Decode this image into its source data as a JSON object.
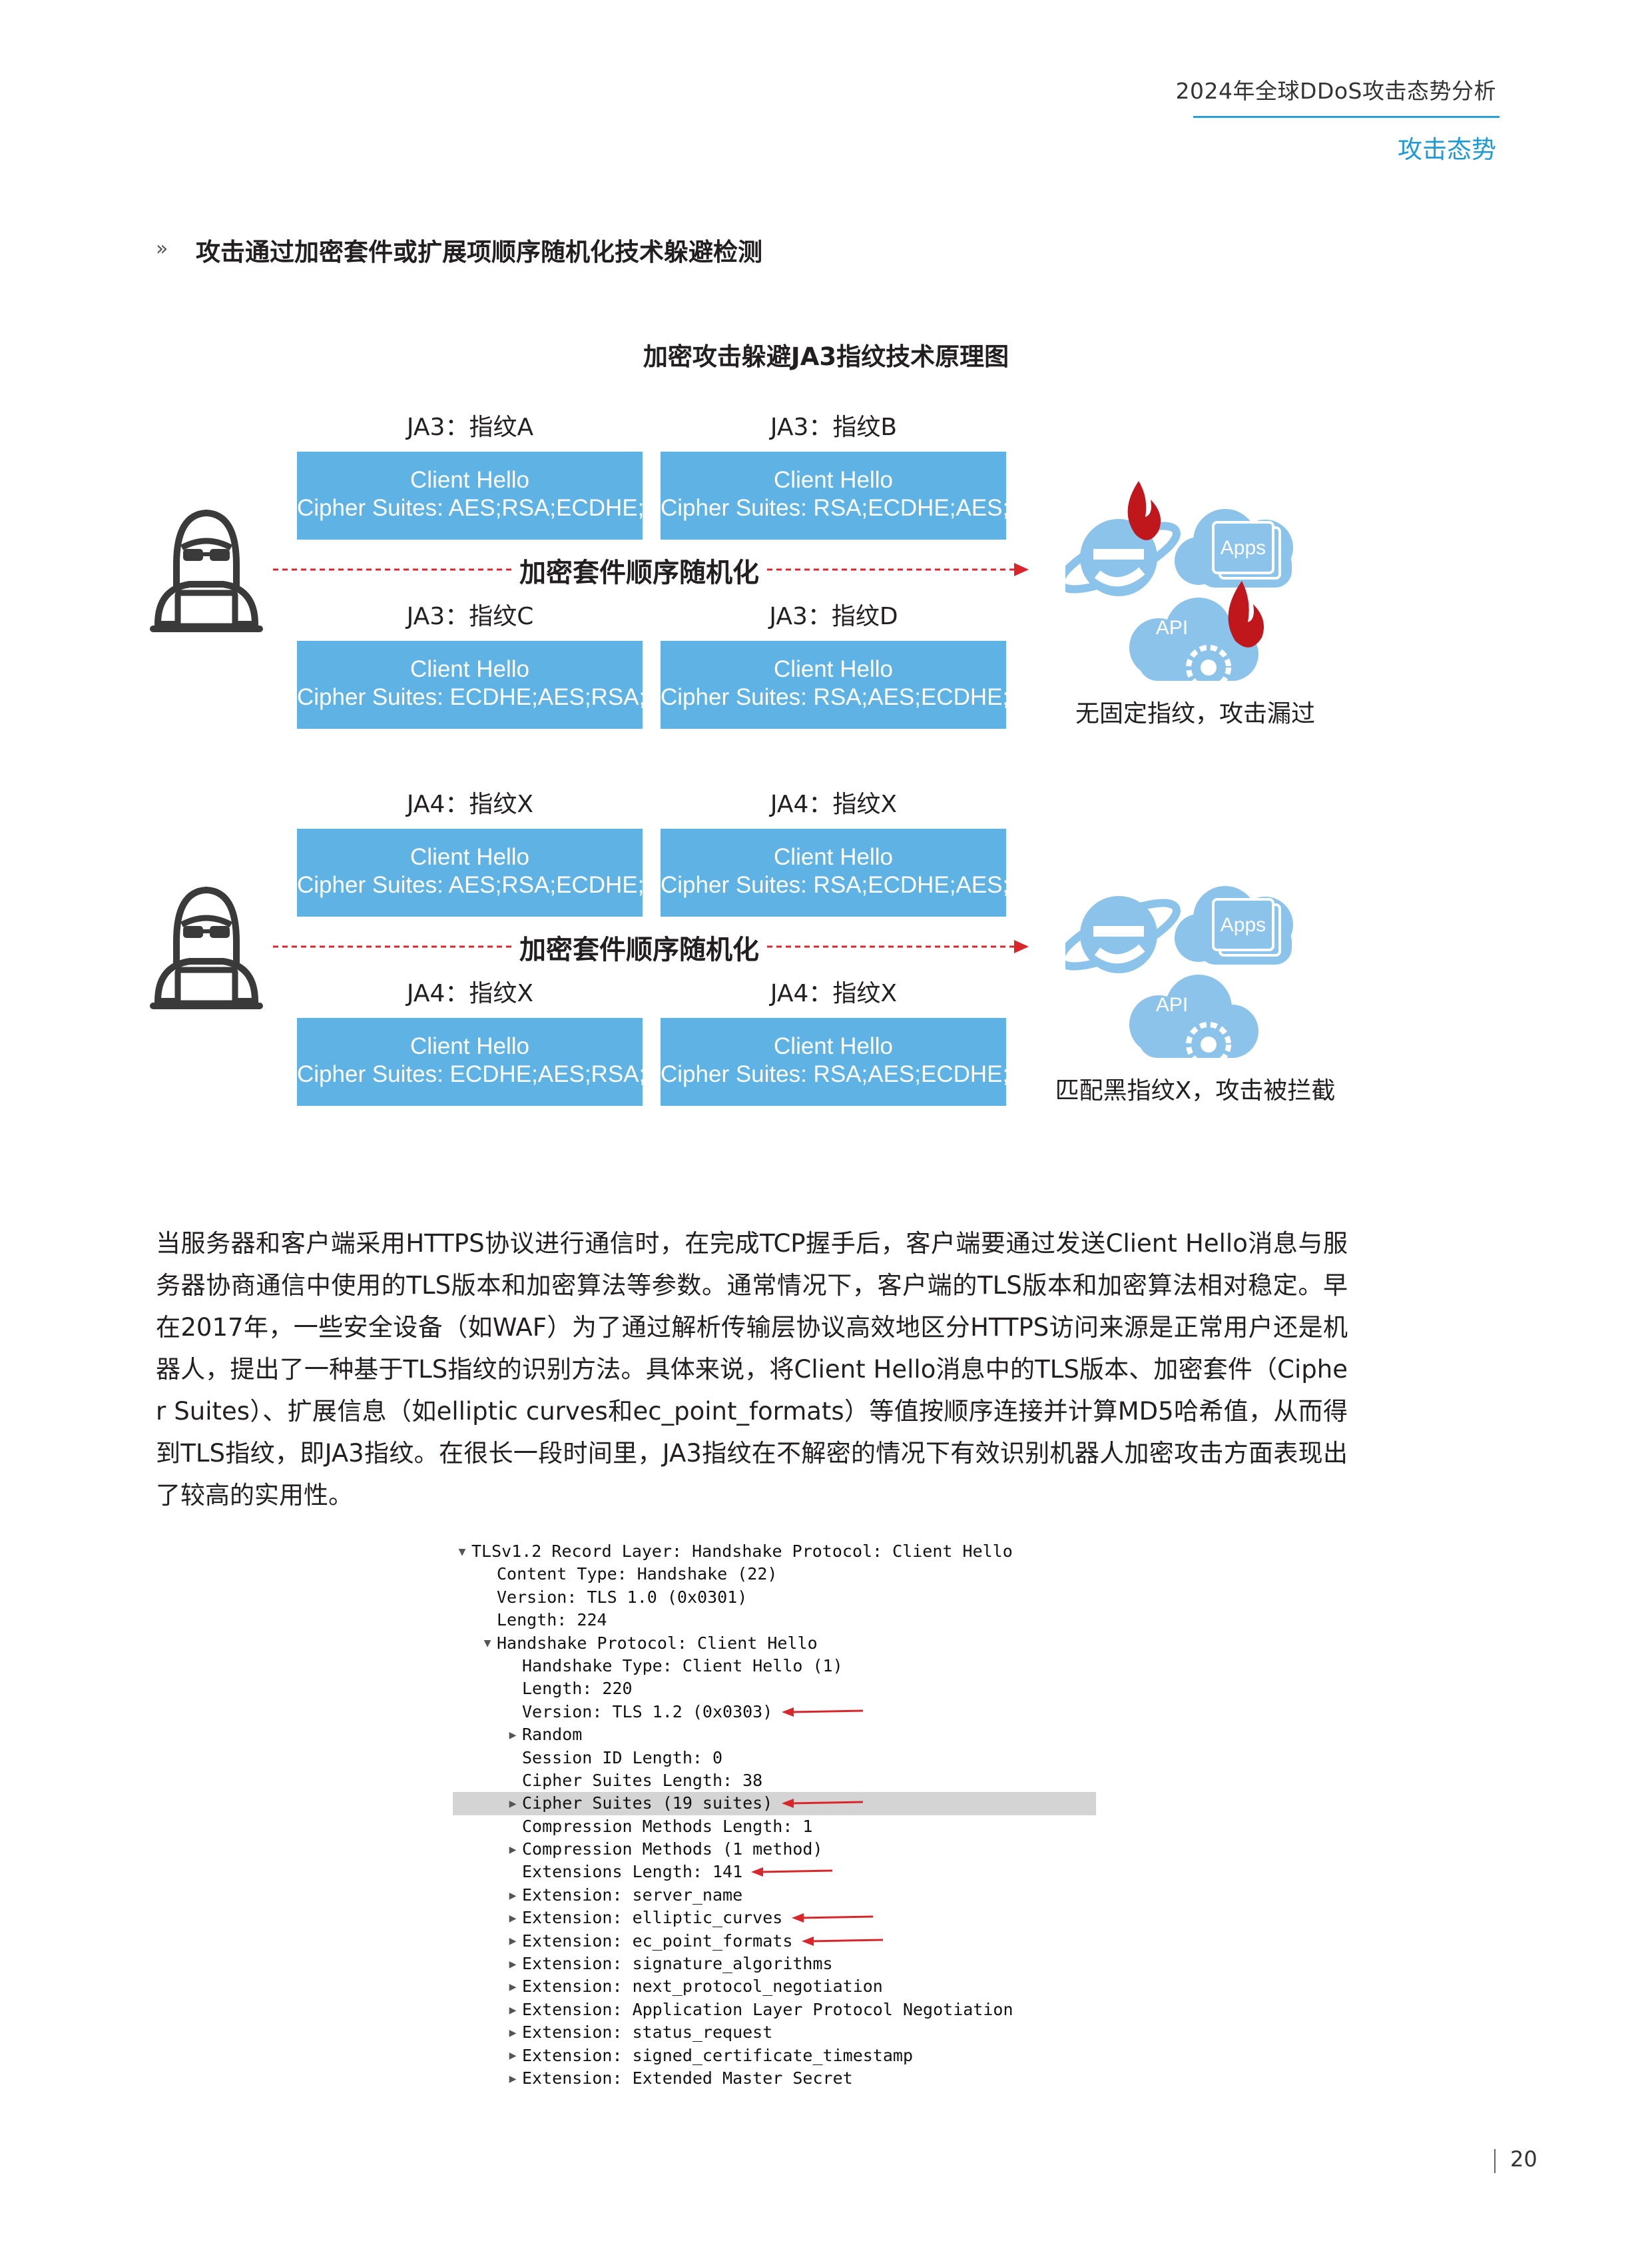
{
  "header": {
    "report_title": "2024年全球DDoS攻击态势分析",
    "section": "攻击态势"
  },
  "section_heading": {
    "bullet": "»",
    "text": "攻击通过加密套件或扩展项顺序随机化技术躲避检测"
  },
  "figure": {
    "title": "加密攻击躲避JA3指纹技术原理图",
    "random_label": "加密套件顺序随机化",
    "app_labels": {
      "apps": "Apps",
      "api": "API"
    },
    "top": {
      "boxes": [
        {
          "fp": "JA3：指纹A",
          "line1": "Client Hello",
          "line2": "Cipher Suites: AES;RSA;ECDHE;"
        },
        {
          "fp": "JA3：指纹B",
          "line1": "Client Hello",
          "line2": "Cipher Suites: RSA;ECDHE;AES;"
        },
        {
          "fp": "JA3：指纹C",
          "line1": "Client Hello",
          "line2": "Cipher Suites: ECDHE;AES;RSA;"
        },
        {
          "fp": "JA3：指纹D",
          "line1": "Client Hello",
          "line2": "Cipher Suites: RSA;AES;ECDHE;"
        }
      ],
      "result": "无固定指纹，攻击漏过"
    },
    "bottom": {
      "boxes": [
        {
          "fp": "JA4：指纹X",
          "line1": "Client Hello",
          "line2": "Cipher Suites: AES;RSA;ECDHE;"
        },
        {
          "fp": "JA4：指纹X",
          "line1": "Client Hello",
          "line2": "Cipher Suites: RSA;ECDHE;AES;"
        },
        {
          "fp": "JA4：指纹X",
          "line1": "Client Hello",
          "line2": "Cipher Suites: ECDHE;AES;RSA;"
        },
        {
          "fp": "JA4：指纹X",
          "line1": "Client Hello",
          "line2": "Cipher Suites: RSA;AES;ECDHE;"
        }
      ],
      "result": "匹配黑指纹X，攻击被拦截"
    },
    "colors": {
      "box": "#5eb3e4",
      "arrow": "#d9262b",
      "cloud": "#8cc3ea",
      "flame": "#c0171d"
    }
  },
  "body_text": "当服务器和客户端采用HTTPS协议进行通信时，在完成TCP握手后，客户端要通过发送Client Hello消息与服务器协商通信中使用的TLS版本和加密算法等参数。通常情况下，客户端的TLS版本和加密算法相对稳定。早在2017年，一些安全设备（如WAF）为了通过解析传输层协议高效地区分HTTPS访问来源是正常用户还是机器人，提出了一种基于TLS指纹的识别方法。具体来说，将Client Hello消息中的TLS版本、加密套件（Cipher Suites）、扩展信息（如elliptic curves和ec_point_formats）等值按顺序连接并计算MD5哈希值，从而得到TLS指纹，即JA3指纹。在很长一段时间里，JA3指纹在不解密的情况下有效识别机器人加密攻击方面表现出了较高的实用性。",
  "packet": [
    {
      "level": 0,
      "expander": "open",
      "text": "TLSv1.2 Record Layer: Handshake Protocol: Client Hello",
      "arrow": false,
      "highlight": false
    },
    {
      "level": 1,
      "expander": "none",
      "text": "Content Type: Handshake (22)",
      "arrow": false,
      "highlight": false
    },
    {
      "level": 1,
      "expander": "none",
      "text": "Version: TLS 1.0 (0x0301)",
      "arrow": false,
      "highlight": false
    },
    {
      "level": 1,
      "expander": "none",
      "text": "Length: 224",
      "arrow": false,
      "highlight": false
    },
    {
      "level": 1,
      "expander": "open",
      "text": "Handshake Protocol: Client Hello",
      "arrow": false,
      "highlight": false
    },
    {
      "level": 2,
      "expander": "none",
      "text": "Handshake Type: Client Hello (1)",
      "arrow": false,
      "highlight": false
    },
    {
      "level": 2,
      "expander": "none",
      "text": "Length: 220",
      "arrow": false,
      "highlight": false
    },
    {
      "level": 2,
      "expander": "none",
      "text": "Version: TLS 1.2 (0x0303)",
      "arrow": true,
      "highlight": false
    },
    {
      "level": 2,
      "expander": "closed",
      "text": "Random",
      "arrow": false,
      "highlight": false
    },
    {
      "level": 2,
      "expander": "none",
      "text": "Session ID Length: 0",
      "arrow": false,
      "highlight": false
    },
    {
      "level": 2,
      "expander": "none",
      "text": "Cipher Suites Length: 38",
      "arrow": false,
      "highlight": false
    },
    {
      "level": 2,
      "expander": "closed",
      "text": "Cipher Suites (19 suites)",
      "arrow": true,
      "highlight": true
    },
    {
      "level": 2,
      "expander": "none",
      "text": "Compression Methods Length: 1",
      "arrow": false,
      "highlight": false
    },
    {
      "level": 2,
      "expander": "closed",
      "text": "Compression Methods (1 method)",
      "arrow": false,
      "highlight": false
    },
    {
      "level": 2,
      "expander": "none",
      "text": "Extensions Length: 141",
      "arrow": true,
      "highlight": false
    },
    {
      "level": 2,
      "expander": "closed",
      "text": "Extension: server_name",
      "arrow": false,
      "highlight": false
    },
    {
      "level": 2,
      "expander": "closed",
      "text": "Extension: elliptic_curves",
      "arrow": true,
      "highlight": false
    },
    {
      "level": 2,
      "expander": "closed",
      "text": "Extension: ec_point_formats",
      "arrow": true,
      "highlight": false
    },
    {
      "level": 2,
      "expander": "closed",
      "text": "Extension: signature_algorithms",
      "arrow": false,
      "highlight": false
    },
    {
      "level": 2,
      "expander": "closed",
      "text": "Extension: next_protocol_negotiation",
      "arrow": false,
      "highlight": false
    },
    {
      "level": 2,
      "expander": "closed",
      "text": "Extension: Application Layer Protocol Negotiation",
      "arrow": false,
      "highlight": false
    },
    {
      "level": 2,
      "expander": "closed",
      "text": "Extension: status_request",
      "arrow": false,
      "highlight": false
    },
    {
      "level": 2,
      "expander": "closed",
      "text": "Extension: signed_certificate_timestamp",
      "arrow": false,
      "highlight": false
    },
    {
      "level": 2,
      "expander": "closed",
      "text": "Extension: Extended Master Secret",
      "arrow": false,
      "highlight": false
    }
  ],
  "page_number": "20"
}
